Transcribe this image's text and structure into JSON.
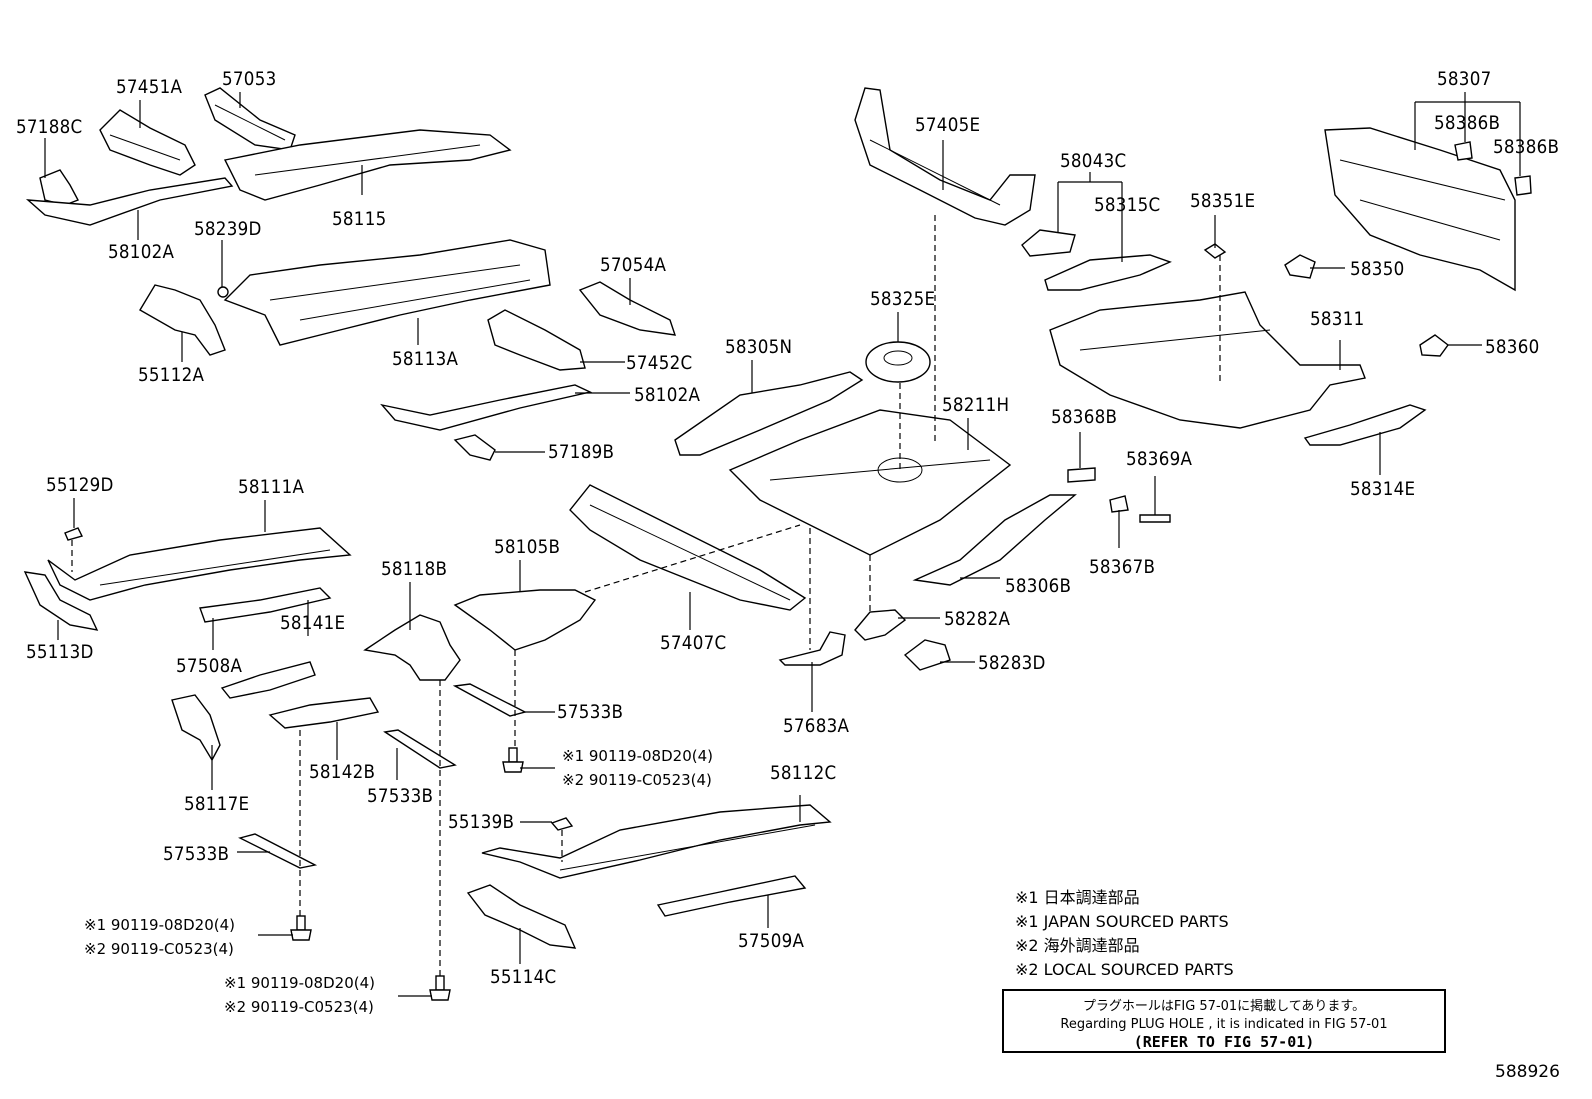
{
  "parts": [
    {
      "id": "p57451A",
      "label": "57451A"
    },
    {
      "id": "p57053",
      "label": "57053"
    },
    {
      "id": "p57188C",
      "label": "57188C"
    },
    {
      "id": "p58115",
      "label": "58115"
    },
    {
      "id": "p58102A_1",
      "label": "58102A"
    },
    {
      "id": "p58239D",
      "label": "58239D"
    },
    {
      "id": "p58113A",
      "label": "58113A"
    },
    {
      "id": "p55112A",
      "label": "55112A"
    },
    {
      "id": "p57054A",
      "label": "57054A"
    },
    {
      "id": "p57452C",
      "label": "57452C"
    },
    {
      "id": "p58102A_2",
      "label": "58102A"
    },
    {
      "id": "p57189B",
      "label": "57189B"
    },
    {
      "id": "p57405E",
      "label": "57405E"
    },
    {
      "id": "p58043C",
      "label": "58043C"
    },
    {
      "id": "p58315C",
      "label": "58315C"
    },
    {
      "id": "p58351E",
      "label": "58351E"
    },
    {
      "id": "p58307",
      "label": "58307"
    },
    {
      "id": "p58386B_1",
      "label": "58386B"
    },
    {
      "id": "p58386B_2",
      "label": "58386B"
    },
    {
      "id": "p58350",
      "label": "58350"
    },
    {
      "id": "p58311",
      "label": "58311"
    },
    {
      "id": "p58360",
      "label": "58360"
    },
    {
      "id": "p58325E",
      "label": "58325E"
    },
    {
      "id": "p58305N",
      "label": "58305N"
    },
    {
      "id": "p58211H",
      "label": "58211H"
    },
    {
      "id": "p58368B",
      "label": "58368B"
    },
    {
      "id": "p58369A",
      "label": "58369A"
    },
    {
      "id": "p58314E",
      "label": "58314E"
    },
    {
      "id": "p58367B",
      "label": "58367B"
    },
    {
      "id": "p58306B",
      "label": "58306B"
    },
    {
      "id": "p55129D",
      "label": "55129D"
    },
    {
      "id": "p58111A",
      "label": "58111A"
    },
    {
      "id": "p55113D",
      "label": "55113D"
    },
    {
      "id": "p58141E",
      "label": "58141E"
    },
    {
      "id": "p57508A",
      "label": "57508A"
    },
    {
      "id": "p58118B",
      "label": "58118B"
    },
    {
      "id": "p58105B",
      "label": "58105B"
    },
    {
      "id": "p57407C",
      "label": "57407C"
    },
    {
      "id": "p58282A",
      "label": "58282A"
    },
    {
      "id": "p58283D",
      "label": "58283D"
    },
    {
      "id": "p57683A",
      "label": "57683A"
    },
    {
      "id": "p57533B_1",
      "label": "57533B"
    },
    {
      "id": "p58117E",
      "label": "58117E"
    },
    {
      "id": "p58142B",
      "label": "58142B"
    },
    {
      "id": "p57533B_2",
      "label": "57533B"
    },
    {
      "id": "p57533B_3",
      "label": "57533B"
    },
    {
      "id": "p58112C",
      "label": "58112C"
    },
    {
      "id": "p55139B",
      "label": "55139B"
    },
    {
      "id": "p57509A",
      "label": "57509A"
    },
    {
      "id": "p55114C",
      "label": "55114C"
    }
  ],
  "fasteners": {
    "a1": "※1 90119-08D20(4)",
    "a2": "※2 90119-C0523(4)",
    "b1": "※1 90119-08D20(4)",
    "b2": "※2 90119-C0523(4)",
    "c1": "※1 90119-08D20(4)",
    "c2": "※2 90119-C0523(4)"
  },
  "legend": {
    "l1": "※1 日本調達部品",
    "l2": "※1 JAPAN SOURCED PARTS",
    "l3": "※2 海外調達部品",
    "l4": "※2 LOCAL SOURCED PARTS"
  },
  "note": {
    "line1": "プラグホールはFIG 57-01に掲載してあります。",
    "line2": "Regarding  PLUG  HOLE , it is indicated in FIG  57-01",
    "line3": "(REFER TO FIG 57-01)"
  },
  "figure_number": "588926"
}
